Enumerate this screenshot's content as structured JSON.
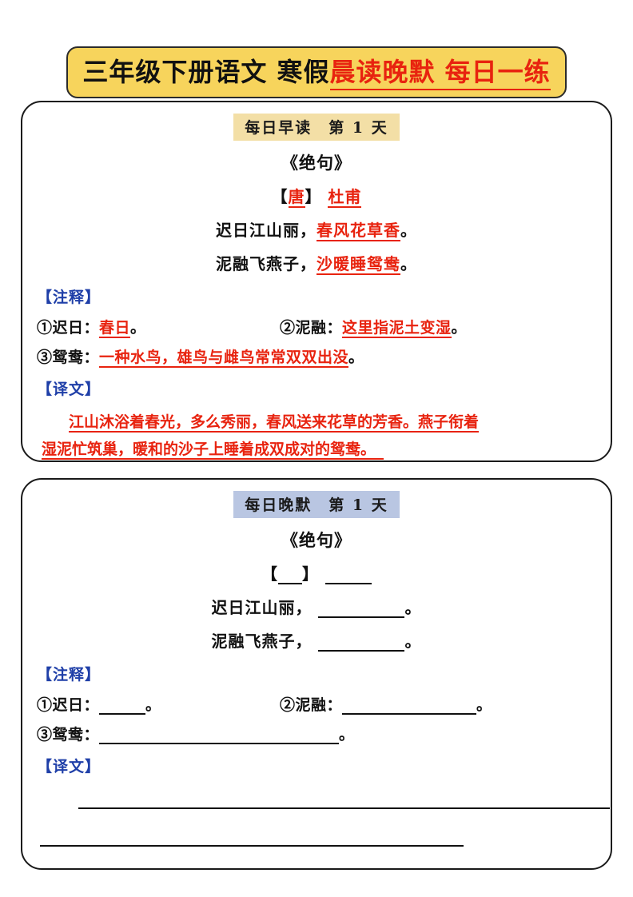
{
  "banner": {
    "black_text": "三年级下册语文 寒假",
    "red_text": "晨读晚默 每日一练"
  },
  "morning": {
    "section_title": "每日早读　第 1 天",
    "poem_title": "《绝句》",
    "author_bracket_open": "【",
    "author_dynasty": "唐",
    "author_bracket_close": "】",
    "author_name": "杜甫",
    "line1_black": "迟日江山丽，",
    "line1_red": "春风花草香",
    "line1_period": "。",
    "line2_black": "泥融飞燕子，",
    "line2_red": "沙暖睡鸳鸯",
    "line2_period": "。",
    "notes_label": "【注释】",
    "note1_key": "①迟日：",
    "note1_answer": "春日",
    "note1_period": "。",
    "note2_key": "②泥融：",
    "note2_answer": "这里指泥土变湿",
    "note2_period": "。",
    "note3_key": "③鸳鸯：",
    "note3_answer": "一种水鸟，雄鸟与雌鸟常常双双出没",
    "note3_period": "。",
    "translation_label": "【译文】",
    "translation_line1": "江山沐浴着春光，多么秀丽，春风送来花草的芳香。燕子衔着",
    "translation_line2": "湿泥忙筑巢，暖和的沙子上睡着成双成对的鸳鸯。　"
  },
  "evening": {
    "section_title": "每日晚默　第 1 天",
    "poem_title": "《绝句》",
    "author_bracket_open": "【",
    "author_bracket_close": "】",
    "line1_black": "迟日江山丽，",
    "line1_period": "。",
    "line2_black": "泥融飞燕子，",
    "line2_period": "。",
    "notes_label": "【注释】",
    "note1_key": "①迟日：",
    "note1_period": "。",
    "note2_key": "②泥融：",
    "note2_period": "。",
    "note3_key": "③鸳鸯：",
    "note3_period": "。",
    "translation_label": "【译文】"
  },
  "colors": {
    "banner_bg": "#F7D45C",
    "red": "#E8230F",
    "blue_label": "#1F3FA8",
    "morning_header_bg": "#F3DFA6",
    "evening_header_bg": "#B9C6E2",
    "border": "#1a1a1a"
  }
}
